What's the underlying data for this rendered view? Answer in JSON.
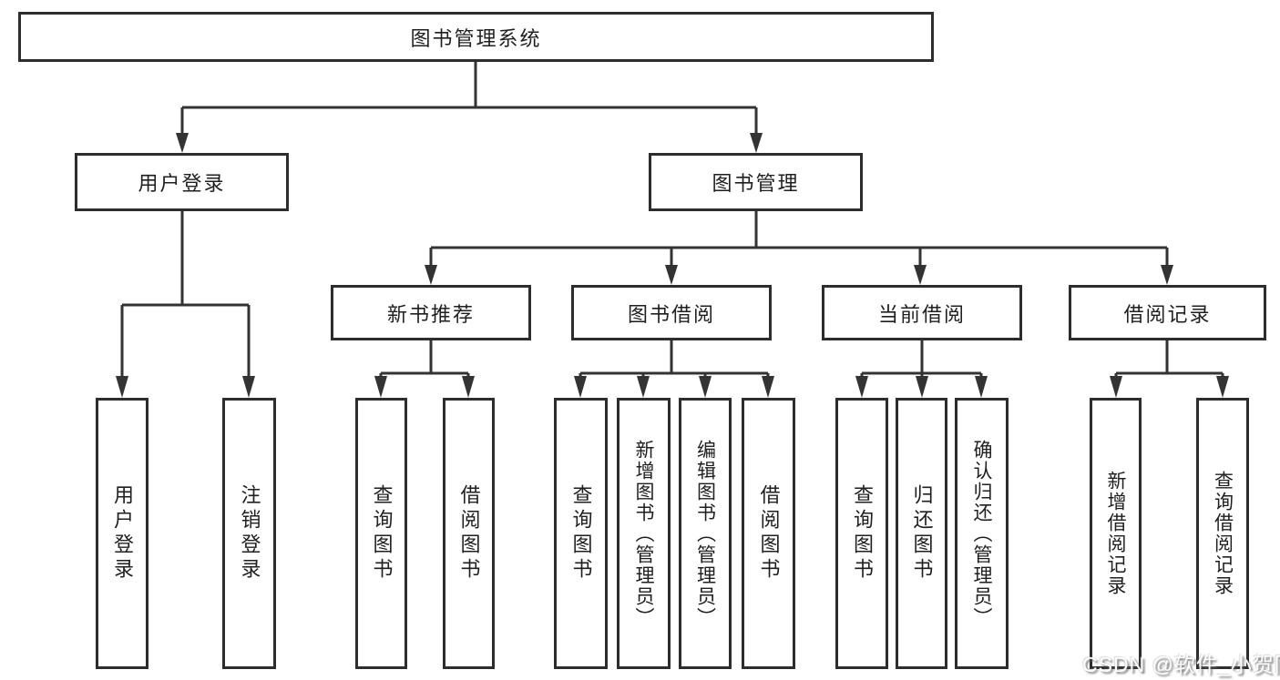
{
  "diagram": {
    "nodes": {
      "root": "图书管理系统",
      "user_login": "用户登录",
      "book_mgmt": "图书管理",
      "new_books": "新书推荐",
      "book_borrow": "图书借阅",
      "current_borrow": "当前借阅",
      "borrow_records": "借阅记录",
      "leaf_user_login": "用户登录",
      "leaf_logout": "注销登录",
      "leaf_nb_query": "查询图书",
      "leaf_nb_borrow": "借阅图书",
      "leaf_bb_query": "查询图书",
      "leaf_bb_add": "新增图书（管理员）",
      "leaf_bb_edit": "编辑图书（管理员）",
      "leaf_bb_borrow": "借阅图书",
      "leaf_cb_query": "查询图书",
      "leaf_cb_return": "归还图书",
      "leaf_cb_confirm": "确认归还（管理员）",
      "leaf_br_add": "新增借阅记录",
      "leaf_br_query": "查询借阅记录"
    },
    "colors": {
      "line": "#333333",
      "border": "#2d2d2d",
      "background": "#ffffff"
    },
    "watermark": "CSDN @软件_小贺同学"
  }
}
